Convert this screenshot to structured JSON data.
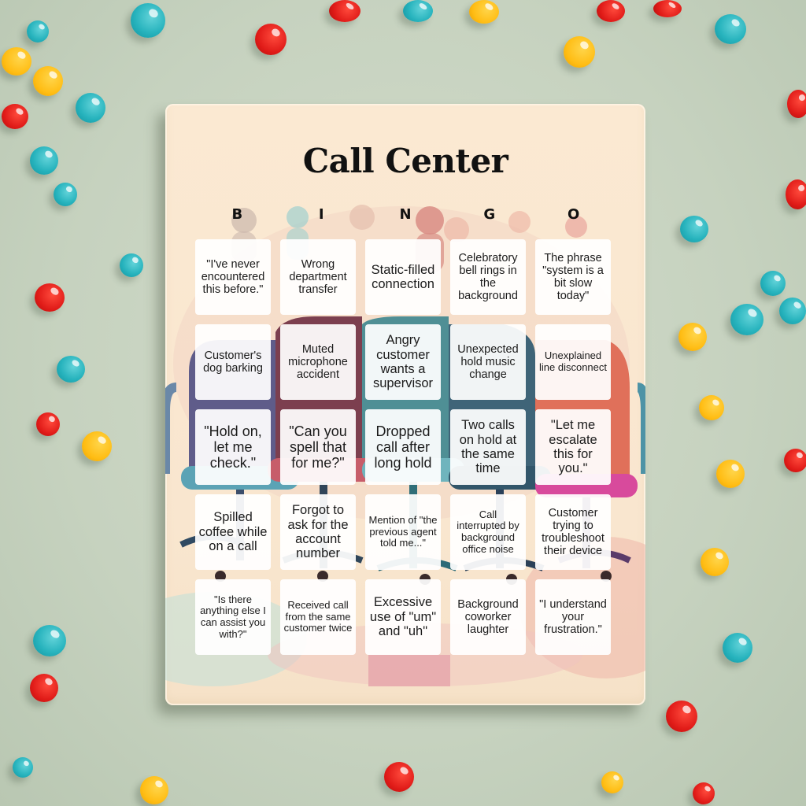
{
  "card": {
    "title": "Call Center",
    "letters": [
      "B",
      "I",
      "N",
      "G",
      "O"
    ],
    "cells": [
      [
        "\"I've never encountered this before.\"",
        "Wrong department transfer",
        "Static-filled connection",
        "Celebratory bell rings in the background",
        "The phrase \"system is a bit slow today\""
      ],
      [
        "Customer's dog barking",
        "Muted microphone accident",
        "Angry customer wants a supervisor",
        "Unexpected hold music change",
        "Unexplained line disconnect"
      ],
      [
        "\"Hold on, let me check.\"",
        "\"Can you spell that for me?\"",
        "Dropped call after long hold",
        "Two calls on hold at the same time",
        "\"Let me escalate this for you.\""
      ],
      [
        "Spilled coffee while on a call",
        "Forgot to ask for the account number",
        "Mention of \"the previous agent told me...\"",
        "Call interrupted by background office noise",
        "Customer trying to troubleshoot their device"
      ],
      [
        "\"Is there anything else I can assist you with?\"",
        "Received call from the same customer twice",
        "Excessive use of \"um\" and \"uh\"",
        "Background coworker laughter",
        "\"I understand your frustration.\""
      ]
    ]
  },
  "colors": {
    "background": "#c6d2bf",
    "board": "#f9e6cf",
    "cell": "#ffffff",
    "text": "#111111",
    "bead_teal": "#27b3bd",
    "bead_red": "#e01b18",
    "bead_yellow": "#ffbd14"
  }
}
